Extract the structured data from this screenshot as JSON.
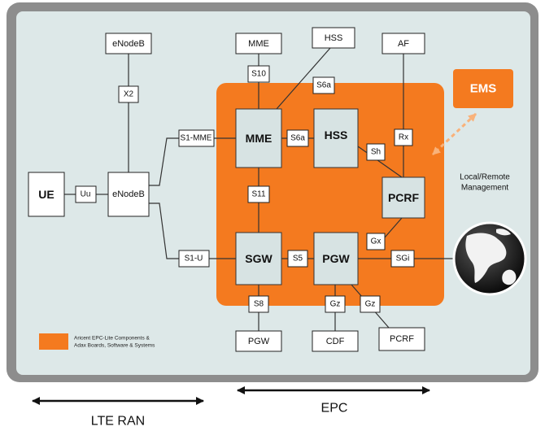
{
  "nodes": {
    "ue": "UE",
    "enodeb_main": "eNodeB",
    "enodeb_top": "eNodeB",
    "mme_top": "MME",
    "hss_top": "HSS",
    "af_top": "AF",
    "ems": "EMS",
    "mme_core": "MME",
    "hss_core": "HSS",
    "pcrf_core": "PCRF",
    "sgw_core": "SGW",
    "pgw_core": "PGW",
    "pgw_bottom": "PGW",
    "cdf_bottom": "CDF",
    "pcrf_bottom": "PCRF"
  },
  "interfaces": {
    "uu": "Uu",
    "x2": "X2",
    "s1_mme": "S1-MME",
    "s1_u": "S1-U",
    "s10": "S10",
    "s6a_top": "S6a",
    "s6a_mid": "S6a",
    "sh": "Sh",
    "rx": "Rx",
    "s11": "S11",
    "gx": "Gx",
    "s5": "S5",
    "sgi": "SGi",
    "s8": "S8",
    "gz_left": "Gz",
    "gz_right": "Gz"
  },
  "management": {
    "line1": "Local/Remote",
    "line2": "Management"
  },
  "legend": {
    "line1": "Aricent EPC-Lite Components &",
    "line2": "Adax Boards, Software & Systems"
  },
  "bottom": {
    "lte_ran": "LTE RAN",
    "epc": "EPC"
  },
  "colors": {
    "accent_orange": "#f47a1f",
    "panel_bg": "#dde8e8",
    "core_box": "#d7e3e3",
    "frame": "#8d8d8d"
  }
}
